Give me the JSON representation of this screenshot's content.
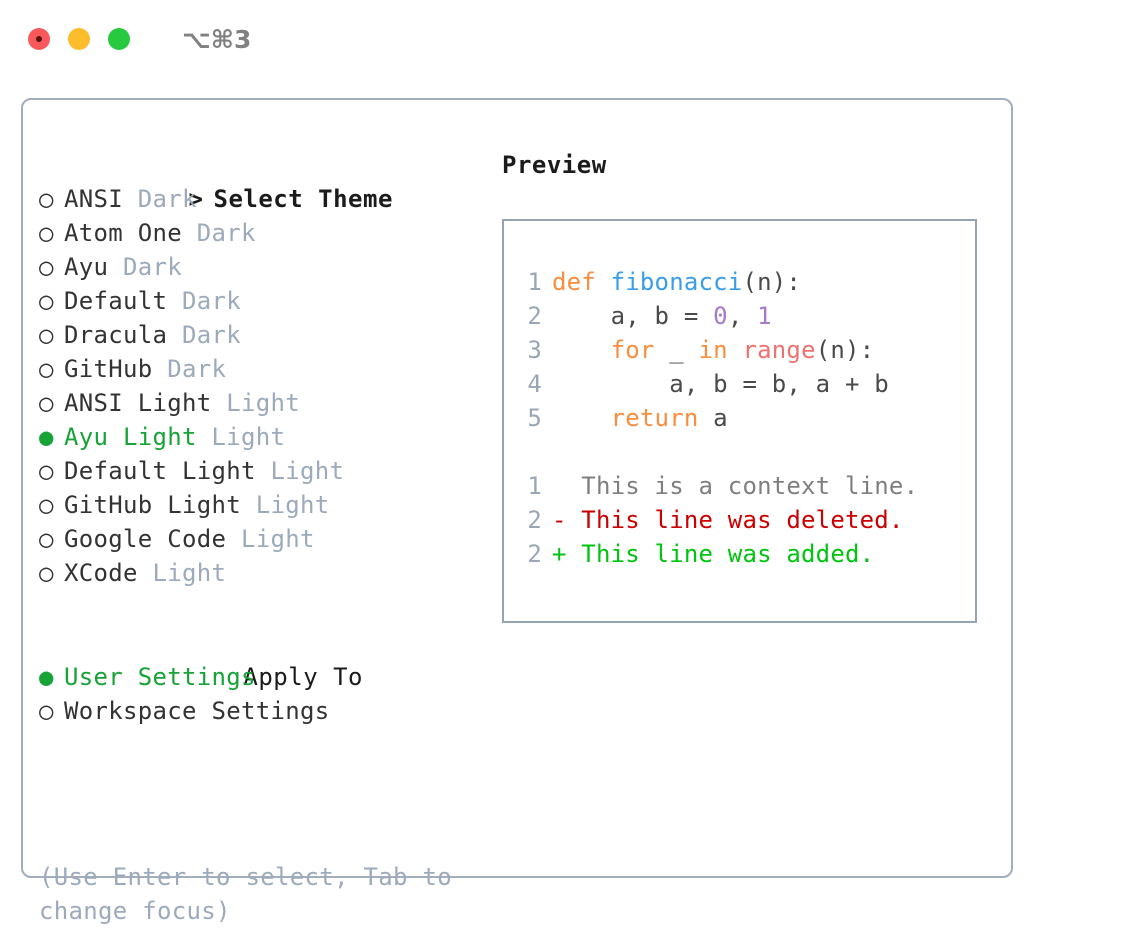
{
  "titlebar": {
    "shortcut": "⌥⌘3",
    "lights": [
      "close",
      "minimize",
      "maximize"
    ]
  },
  "theme_section": {
    "caret": ">",
    "title": "Select Theme",
    "focused": true,
    "marker_selected": "●",
    "marker_unselected": "○",
    "options": [
      {
        "name": "ANSI",
        "badge": "Dark",
        "selected": false
      },
      {
        "name": "Atom One",
        "badge": "Dark",
        "selected": false
      },
      {
        "name": "Ayu",
        "badge": "Dark",
        "selected": false
      },
      {
        "name": "Default",
        "badge": "Dark",
        "selected": false
      },
      {
        "name": "Dracula",
        "badge": "Dark",
        "selected": false
      },
      {
        "name": "GitHub",
        "badge": "Dark",
        "selected": false
      },
      {
        "name": "ANSI Light",
        "badge": "Light",
        "selected": false
      },
      {
        "name": "Ayu Light",
        "badge": "Light",
        "selected": true
      },
      {
        "name": "Default Light",
        "badge": "Light",
        "selected": false
      },
      {
        "name": "GitHub Light",
        "badge": "Light",
        "selected": false
      },
      {
        "name": "Google Code",
        "badge": "Light",
        "selected": false
      },
      {
        "name": "XCode",
        "badge": "Light",
        "selected": false
      }
    ]
  },
  "apply_section": {
    "title": "Apply To",
    "focused": false,
    "options": [
      {
        "name": "User Settings",
        "selected": true
      },
      {
        "name": "Workspace Settings",
        "selected": false
      }
    ]
  },
  "hint": "(Use Enter to select, Tab to change focus)",
  "preview": {
    "title": "Preview",
    "code_lines": [
      {
        "num": "1",
        "tokens": [
          {
            "t": "def ",
            "c": "kw"
          },
          {
            "t": "fibonacci",
            "c": "fn"
          },
          {
            "t": "(n):",
            "c": "pl"
          }
        ]
      },
      {
        "num": "2",
        "tokens": [
          {
            "t": "    a, b = ",
            "c": "pl"
          },
          {
            "t": "0",
            "c": "num"
          },
          {
            "t": ", ",
            "c": "pl"
          },
          {
            "t": "1",
            "c": "num"
          }
        ]
      },
      {
        "num": "3",
        "tokens": [
          {
            "t": "    ",
            "c": "pl"
          },
          {
            "t": "for",
            "c": "kw"
          },
          {
            "t": " _ ",
            "c": "pl"
          },
          {
            "t": "in",
            "c": "kw"
          },
          {
            "t": " ",
            "c": "pl"
          },
          {
            "t": "range",
            "c": "bi"
          },
          {
            "t": "(n):",
            "c": "pl"
          }
        ]
      },
      {
        "num": "4",
        "tokens": [
          {
            "t": "        a, b = b, a + b",
            "c": "pl"
          }
        ]
      },
      {
        "num": "5",
        "tokens": [
          {
            "t": "    ",
            "c": "pl"
          },
          {
            "t": "return",
            "c": "kw"
          },
          {
            "t": " a",
            "c": "pl"
          }
        ]
      }
    ],
    "diff_lines": [
      {
        "num": "1",
        "marker": " ",
        "text": " This is a context line.",
        "kind": "ctx"
      },
      {
        "num": "2",
        "marker": "-",
        "text": " This line was deleted.",
        "kind": "del"
      },
      {
        "num": "2",
        "marker": "+",
        "text": " This line was added.",
        "kind": "add"
      }
    ]
  },
  "colors": {
    "accent_green": "#17a337",
    "muted": "#9daabb",
    "text": "#333333",
    "keyword": "#fa8d3e",
    "function": "#399ee6",
    "number": "#a37acc",
    "builtin": "#f07171",
    "diff_delete": "#cc0000",
    "diff_add": "#00c410",
    "border": "#97a3b4"
  }
}
